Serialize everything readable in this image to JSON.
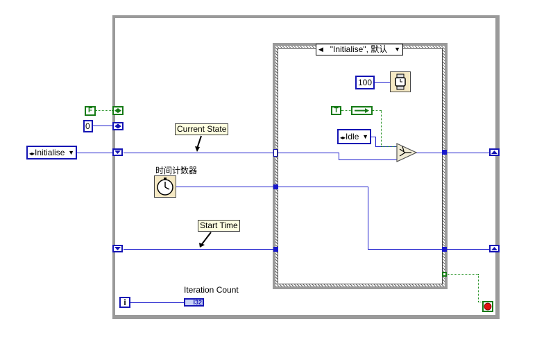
{
  "case_selector": {
    "label": "\"Initialise\", 默认"
  },
  "constants": {
    "false_const": "F",
    "zero_const": "0",
    "true_const": "T",
    "wait_ms": "100"
  },
  "enums": {
    "initial_state": "Initialise",
    "next_state": "Idle"
  },
  "labels": {
    "current_state": "Current State",
    "start_time": "Start Time",
    "tick_count": "时间计数器",
    "iteration_count": "Iteration Count",
    "iteration_terminal": "i",
    "i32_indicator": "I32"
  },
  "icons": {
    "tick_count": "clock-icon",
    "wait": "watch-icon",
    "select": "select-icon",
    "stop": "stop-icon"
  },
  "colors": {
    "enum_wire": "#1919cc",
    "bool_wire": "#1a8c1a",
    "frame": "#9a9a9a",
    "label_bg": "#ffffe1"
  }
}
